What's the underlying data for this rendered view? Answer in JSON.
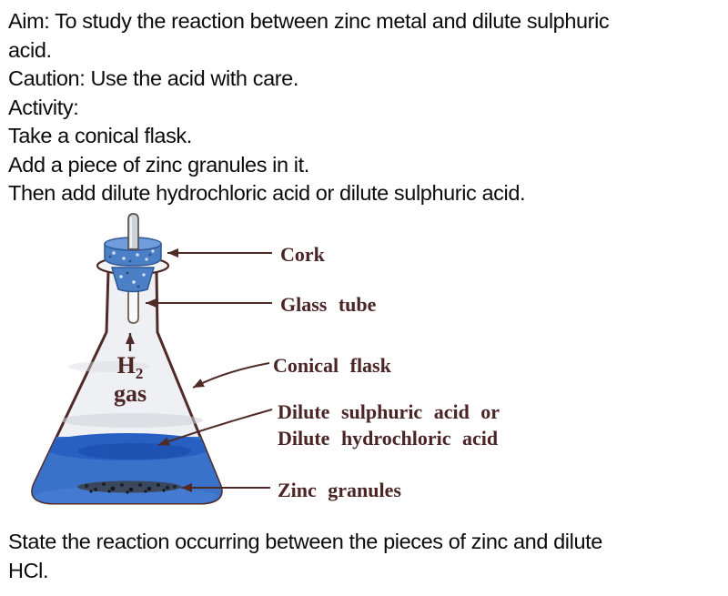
{
  "intro": {
    "lines": [
      "Aim: To study the reaction between zinc metal and dilute sulphuric",
      "acid.",
      "Caution: Use the acid with care.",
      "Activity:",
      "Take a conical flask.",
      "Add a piece of zinc granules in it.",
      "Then add dilute hydrochloric acid or dilute sulphuric acid."
    ]
  },
  "footer": {
    "lines": [
      "State the reaction occurring between the pieces of zinc and dilute",
      "HCl."
    ]
  },
  "diagram": {
    "labels": {
      "cork": "Cork",
      "glass_tube": "Glass tube",
      "conical_flask": "Conical flask",
      "acid_line1": "Dilute sulphuric acid or",
      "acid_line2": "Dilute hydrochloric acid",
      "zinc_granules": "Zinc granules",
      "gas_formula_base": "H",
      "gas_formula_sub": "2",
      "gas_word": "gas"
    },
    "colors": {
      "label_text": "#4b2426",
      "outline": "#4f2b28",
      "glass_fill": "#eef0f3",
      "liquid_main": "#3a72ca",
      "liquid_surface": "#2760c2",
      "liquid_deep": "#1e53b4",
      "cork_blue": "#4b7fc6",
      "granule_dark": "#1e2226"
    }
  }
}
